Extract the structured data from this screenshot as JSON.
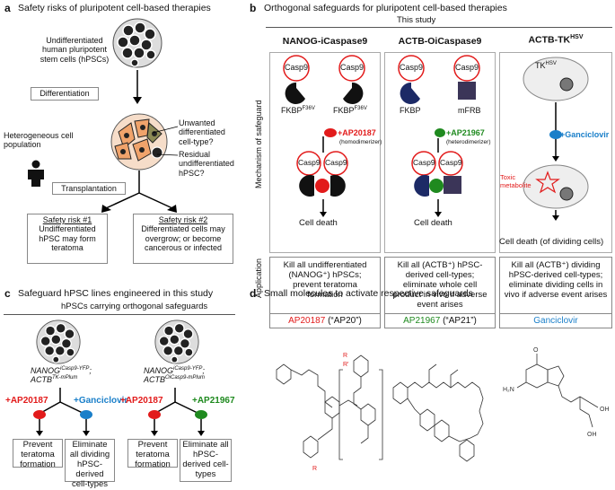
{
  "panel_a": {
    "letter": "a",
    "title": "Safety risks of pluripotent cell-based therapies",
    "hpsc_label": "Undifferentiated human pluripotent stem cells (hPSCs)",
    "differentiation": "Differentiation",
    "heterogeneous": "Heterogeneous cell population",
    "unwanted": "Unwanted differentiated cell-type?",
    "residual": "Residual undifferentiated hPSC?",
    "transplantation": "Transplantation",
    "risk1_title": "Safety risk #1",
    "risk1_text": "Undifferentiated hPSC may form teratoma",
    "risk2_title": "Safety risk #2",
    "risk2_text": "Differentiated cells may overgrow; or become cancerous or infected"
  },
  "panel_b": {
    "letter": "b",
    "title": "Orthogonal safeguards for pluripotent cell-based therapies",
    "this_study": "This study",
    "mechanism_label": "Mechanism of safeguard",
    "application_label": "Application",
    "col1_title": "NANOG-iCaspase9",
    "col2_title": "ACTB-OiCaspase9",
    "col3_title_main": "ACTB-TK",
    "col3_title_sup": "HSV",
    "casp9": "Casp9",
    "fkbp_f36v": "FKBP",
    "f36v_sup": "F36V",
    "fkbp": "FKBP",
    "mfrb": "mFRB",
    "ap20187": "+AP20187",
    "homodimerizer": "(homodimerizer)",
    "ap21967": "+AP21967",
    "heterodimerizer": "(heterodimerizer)",
    "tk": "TK",
    "tk_sup": "HSV",
    "ganciclovir": "+Ganciclovir",
    "toxic": "Toxic metabolite",
    "cell_death": "Cell death",
    "cell_death_dividing": "Cell death (of dividing cells)",
    "app1": "Kill all undifferentiated (NANOG⁺) hPSCs; prevent teratoma formation",
    "app2": "Kill all (ACTB⁺) hPSC-derived cell-types; eliminate whole cell product in vivo if adverse event arises",
    "app3": "Kill all (ACTB⁺) dividing hPSC-derived cell-types; eliminate dividing cells in vivo if adverse event arises"
  },
  "panel_c": {
    "letter": "c",
    "title": "Safeguard hPSC lines engineered in this study",
    "subtitle": "hPSCs carrying orthogonal safeguards",
    "line1_a": "NANOG",
    "line1_a_sup": "iCasp9-YFP",
    "line1_b": "ACTB",
    "line1_b_sup": "TK-mPlum",
    "line2_a": "NANOG",
    "line2_a_sup": "iCasp9-YFP",
    "line2_b": "ACTB",
    "line2_b_sup": "OiCasp9-mPlum",
    "ap20187": "+AP20187",
    "ganciclovir": "+Ganciclovir",
    "ap21967": "+AP21967",
    "prevent": "Prevent teratoma formation",
    "elim_dividing": "Eliminate all dividing hPSC-derived cell-types",
    "elim_all": "Eliminate all hPSC-derived cell-types"
  },
  "panel_d": {
    "letter": "d",
    "title": "Small molecules to activate respective safeguards",
    "m1_name": "AP20187",
    "m1_alias": " (“AP20”)",
    "m2_name": "AP21967",
    "m2_alias": " (“AP21”)",
    "m3_name": "Ganciclovir"
  },
  "colors": {
    "red": "#e21b1b",
    "green": "#1f8a1f",
    "blue": "#1a7fc9",
    "navy": "#1c2a66",
    "purple": "#3b3558",
    "orange": "#f0a36b"
  }
}
